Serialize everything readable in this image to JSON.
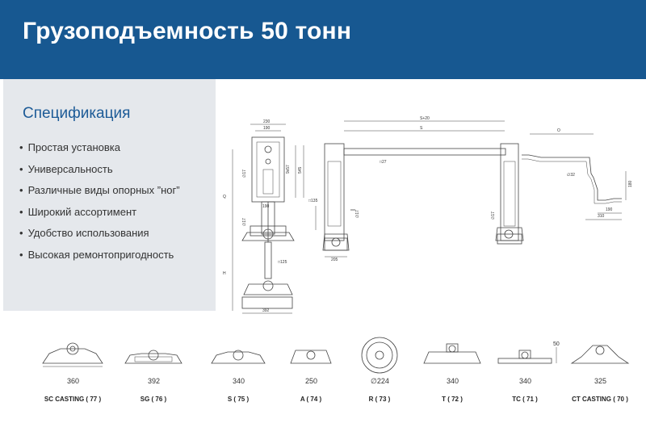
{
  "header": {
    "title": "Грузоподъемность 50 тонн"
  },
  "spec": {
    "heading": "Спецификация",
    "items": [
      "Простая установка",
      "Универсальность",
      "Различные виды опорных ”ног”",
      "Широкий ассортимент",
      "Удобство использования",
      "Высокая ремонтопригодность"
    ]
  },
  "drawing_dims": {
    "w230": "230",
    "w190": "190",
    "h9x57": "9x57",
    "h545": "545",
    "d17a": "∅17",
    "w190b": "190",
    "d17b": "∅17",
    "Q": "Q",
    "H": "H",
    "sq125": "□125",
    "w392": "392",
    "s20": "S+20",
    "S": "S",
    "sq27": "□27",
    "sq135": "□135",
    "d17c": "∅17",
    "w205": "205",
    "d17d": "∅17",
    "O": "O",
    "d32": "∅32",
    "h180": "180",
    "w190c": "190",
    "w310": "310"
  },
  "feet": [
    {
      "name": "SC CASTING ( 77 )",
      "dim": "360"
    },
    {
      "name": "SG ( 76 )",
      "dim": "392"
    },
    {
      "name": "S ( 75 )",
      "dim": "340"
    },
    {
      "name": "A ( 74 )",
      "dim": "250"
    },
    {
      "name": "R ( 73 )",
      "dim": "∅224"
    },
    {
      "name": "T ( 72 )",
      "dim": "340"
    },
    {
      "name": "TC ( 71 )",
      "dim": "340",
      "dim2": "50"
    },
    {
      "name": "CT CASTING ( 70 )",
      "dim": "325"
    }
  ]
}
